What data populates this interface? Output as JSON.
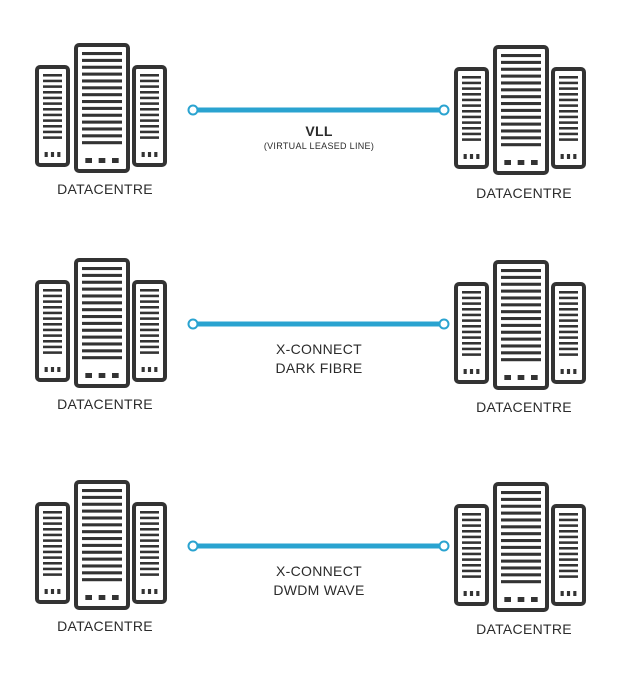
{
  "diagram": {
    "line_color": "#2aa3d0",
    "icon_color": "#333333",
    "rows": [
      {
        "left": {
          "icon": "server-rack-icon",
          "label": "DATACENTRE"
        },
        "link": {
          "title": "VLL",
          "subtitle": "(VIRTUAL LEASED LINE)"
        },
        "right": {
          "icon": "server-rack-icon",
          "label": "DATACENTRE"
        }
      },
      {
        "left": {
          "icon": "server-rack-icon",
          "label": "DATACENTRE"
        },
        "link": {
          "line1": "X-CONNECT",
          "line2": "DARK FIBRE"
        },
        "right": {
          "icon": "server-rack-icon",
          "label": "DATACENTRE"
        }
      },
      {
        "left": {
          "icon": "server-rack-icon",
          "label": "DATACENTRE"
        },
        "link": {
          "line1": "X-CONNECT",
          "line2": "DWDM WAVE"
        },
        "right": {
          "icon": "server-rack-icon",
          "label": "DATACENTRE"
        }
      }
    ]
  }
}
